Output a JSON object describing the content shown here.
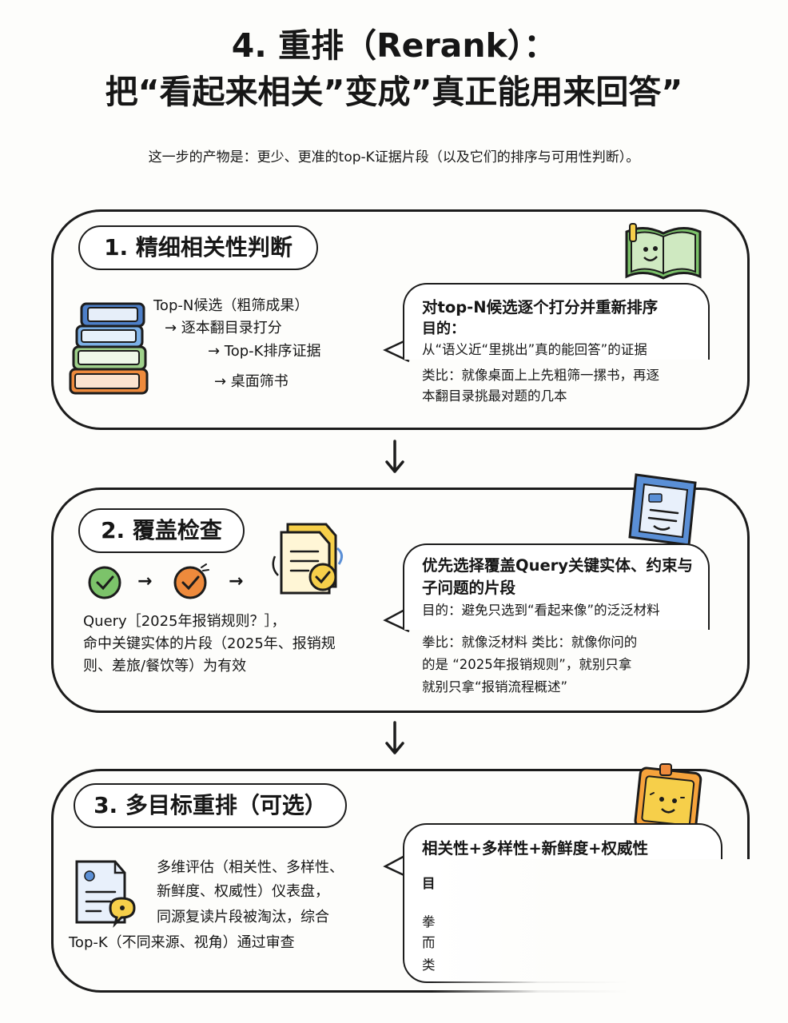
{
  "header": {
    "title_line1": "4. 重排（Rerank）：",
    "title_line2": "把“看起来相关”变成”真正能用来回答”",
    "subtitle": "这一步的产物是：更少、更准的top-K证据片段（以及它们的排序与可用性判断）。"
  },
  "sections": [
    {
      "heading": "1. 精细相关性判断",
      "flow": [
        "Top-N候选（粗筛成果）",
        "→ 逐本翻目录打分",
        "→ Top-K排序证据",
        "→  桌面筛书"
      ],
      "bubble": {
        "title": "对top-N候选逐个打分并重新排序",
        "purpose_label": "目的：",
        "lines": [
          "从“语义近“里挑出”真的能回答”的证据",
          "类比：就像桌面上上先粗筛一摞书，再逐",
          "本翻目录挑最对题的几本"
        ]
      }
    },
    {
      "heading": "2. 覆盖检查",
      "steps_symbol": "→",
      "desc": [
        "Query［2025年报销规则？］，",
        "命中关键实体的片段（2025年、报销规",
        "则、差旅/餐饮等）为有效"
      ],
      "bubble": {
        "title_lines": [
          "优先选择覆盖Query关键实体、约束与",
          "子问题的片段"
        ],
        "lines": [
          "目的：避免只选到“看起来像”的泛泛材料",
          "",
          "拳比：就像泛材料  类比：就像你问的",
          "的是 “2025年报销规则”，就别只拿",
          "就别只拿“报销流程概述”"
        ]
      }
    },
    {
      "heading": "3. 多目标重排（可选）",
      "desc": [
        "多维评估（相关性、多样性、",
        "新鲜度、权威性）仪表盘，",
        "同源复读片段被淘汰，综合",
        "Top-K（不同来源、视角）通过审查"
      ],
      "bubble": {
        "title": "相关性+多样性+新鲜度+权威性",
        "lines": [
          "目",
          "",
          "拳",
          "而",
          "类"
        ]
      }
    }
  ],
  "icons": [
    "book-stack-icon",
    "open-book-icon",
    "check-circle-icon",
    "document-check-icon",
    "notebook-icon",
    "document-chat-icon",
    "sticky-note-icon"
  ],
  "colors": {
    "green": "#7cc36a",
    "orange": "#ee8a3c",
    "blue": "#5a8fd6",
    "yellow": "#f6cf4a",
    "ink": "#1c1c1c"
  }
}
